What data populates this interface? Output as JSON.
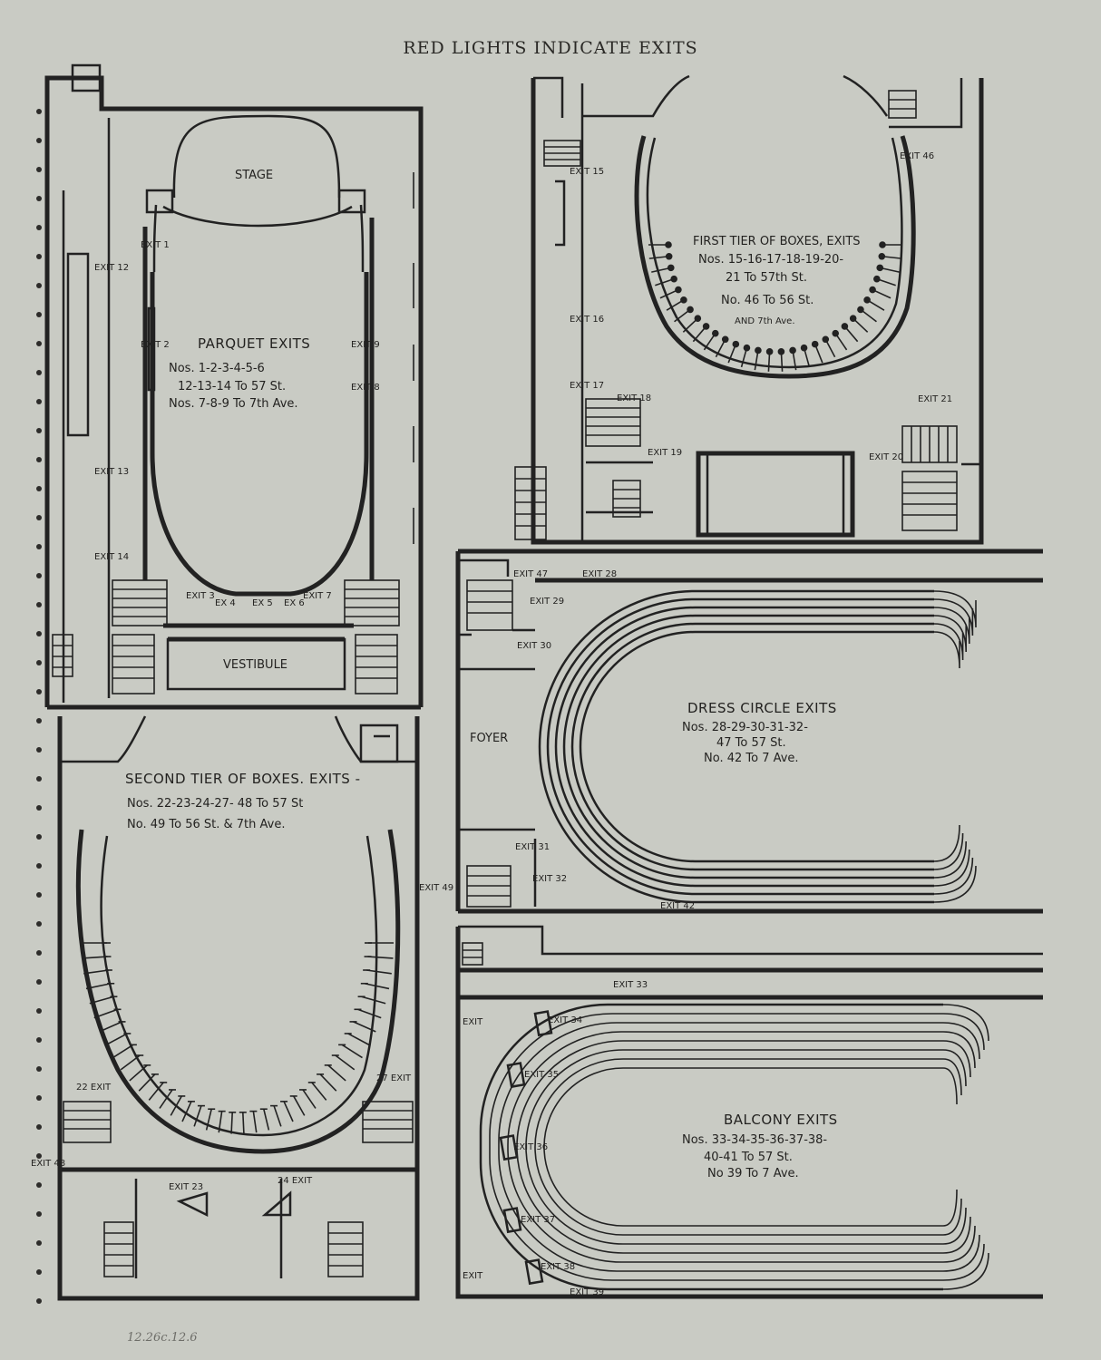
{
  "header": "RED LIGHTS INDICATE EXITS",
  "pencil_note": "12.26c.12.6",
  "parquet": {
    "stage": "STAGE",
    "vestibule": "VESTIBULE",
    "title": "PARQUET EXITS",
    "lines": [
      "Nos. 1-2-3-4-5-6",
      "12-13-14 To 57 St.",
      "Nos. 7-8-9 To 7th Ave."
    ],
    "exits": [
      "EXIT 1",
      "EXIT 2",
      "EXIT 12",
      "EXIT 13",
      "EXIT 14",
      "EXIT 9",
      "EXIT 8",
      "EXIT 3",
      "EX 4",
      "EX 5",
      "EX 6",
      "EXIT 7"
    ]
  },
  "first_tier": {
    "title": "FIRST TIER OF BOXES, EXITS",
    "lines": [
      "Nos. 15-16-17-18-19-20-",
      "21 To 57th St.",
      "No. 46 To 56 St.",
      "AND 7th Ave."
    ],
    "exits": [
      "EXIT 15",
      "EXIT 16",
      "EXIT 17",
      "EXIT 18",
      "EXIT 19",
      "EXIT 46",
      "EXIT 21",
      "EXIT 20"
    ]
  },
  "second_tier": {
    "title": "SECOND TIER OF BOXES. EXITS -",
    "lines": [
      "Nos. 22-23-24-27- 48 To 57 St",
      "No. 49 To 56 St. & 7th Ave."
    ],
    "exits": [
      "EXIT 49",
      "22 EXIT",
      "27 EXIT",
      "EXIT 48",
      "EXIT 23",
      "24 EXIT"
    ]
  },
  "dress_circle": {
    "foyer": "FOYER",
    "title": "DRESS CIRCLE EXITS",
    "lines": [
      "Nos. 28-29-30-31-32-",
      "47 To 57 St.",
      "No. 42 To 7 Ave."
    ],
    "exits": [
      "EXIT 47",
      "EXIT 28",
      "EXIT 29",
      "EXIT 30",
      "EXIT 31",
      "EXIT 32",
      "EXIT 42"
    ]
  },
  "balcony": {
    "title": "BALCONY EXITS",
    "lines": [
      "Nos. 33-34-35-36-37-38-",
      "40-41 To 57 St.",
      "No 39 To 7 Ave."
    ],
    "exits": [
      "EXIT 33",
      "EXIT",
      "EXIT 34",
      "EXIT 35",
      "EXIT 36",
      "EXIT 37",
      "EXIT 38",
      "EXIT",
      "EXIT 39"
    ]
  }
}
